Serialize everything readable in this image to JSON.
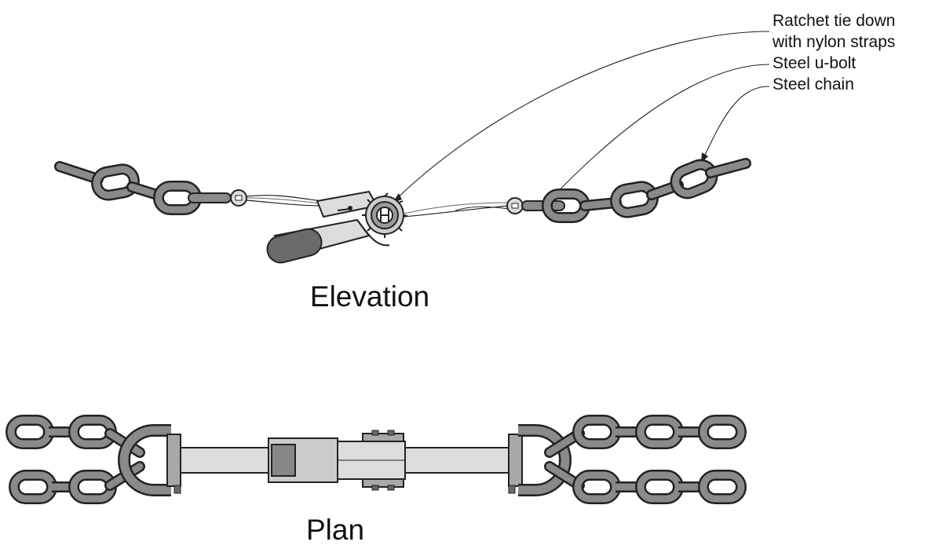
{
  "callouts": {
    "ratchet_line1": "Ratchet tie down",
    "ratchet_line2": "with nylon straps",
    "ubolt": "Steel u-bolt",
    "chain": "Steel chain"
  },
  "views": {
    "elevation": "Elevation",
    "plan": "Plan"
  },
  "colors": {
    "outline": "#222222",
    "chain_fill": "#8a8a8a",
    "strap_fill": "#dcdcdc",
    "metal_fill": "#a8a8a8"
  }
}
